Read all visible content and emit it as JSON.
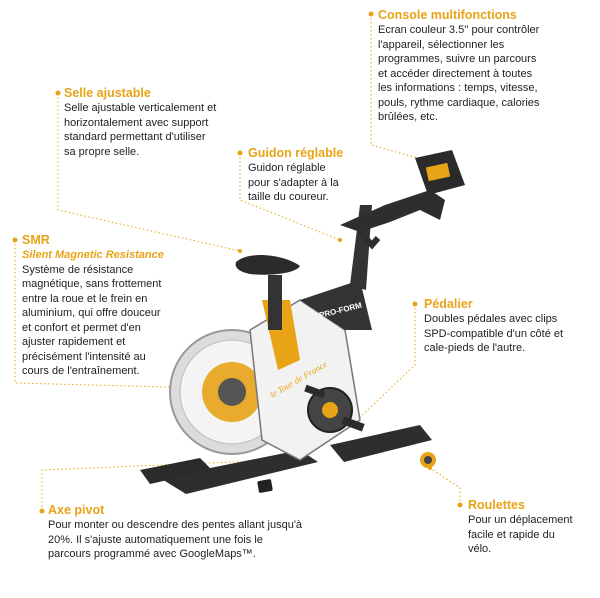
{
  "callouts": {
    "console": {
      "title": "Console multifonctions",
      "body": "Ecran couleur 3.5'' pour contrôler\nl'appareil, sélectionner les\nprogrammes, suivre un parcours\net accéder directement à toutes\nles informations : temps, vitesse,\npouls, rythme cardiaque, calories\nbrûlées, etc."
    },
    "saddle": {
      "title": "Selle ajustable",
      "body": "Selle ajustable verticalement et\nhorizontalement avec support\nstandard permettant d'utiliser\nsa propre selle."
    },
    "handlebar": {
      "title": "Guidon réglable",
      "body": "Guidon réglable\npour s'adapter à la\ntaille du coureur."
    },
    "smr": {
      "title": "SMR",
      "subtitle": "Silent Magnetic Resistance",
      "body": "Système de résistance\nmagnétique, sans frottement\nentre la roue et le frein en\naluminium, qui offre douceur\net confort et permet d'en\najuster rapidement et\nprécisément l'intensité au\ncours de l'entraînement."
    },
    "pedals": {
      "title": "Pédalier",
      "body": "Doubles pédales avec clips\nSPD-compatible d'un côté et\ncale-pieds de l'autre."
    },
    "wheels": {
      "title": "Roulettes",
      "body": "Pour un déplacement\nfacile et rapide du\nvélo."
    },
    "pivot": {
      "title": "Axe pivot",
      "body": "Pour monter ou descendre des pentes allant jusqu'à\n20%. Il s'ajuste automatiquement une fois le\nparcours programmé avec GoogleMaps™."
    }
  },
  "bike": {
    "brand_text": "PRO-FORM",
    "decal_text": "le Tour de France"
  },
  "colors": {
    "accent": "#e8a317",
    "frame": "#333333",
    "dot_line": "#e8a317"
  }
}
